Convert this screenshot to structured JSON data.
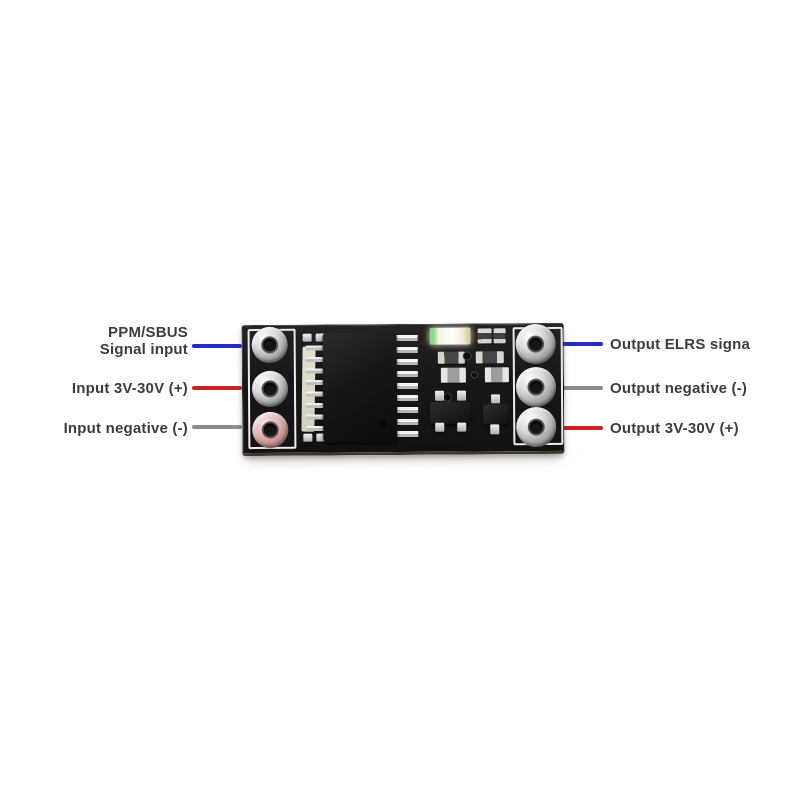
{
  "figure": {
    "description_labels": {
      "left": [
        {
          "line1": "PPM/SBUS",
          "line2": "Signal input",
          "wire": "blue"
        },
        {
          "line1": "Input 3V-30V (+)",
          "line2": "",
          "wire": "red"
        },
        {
          "line1": "Input negative (-)",
          "line2": "",
          "wire": "gray"
        }
      ],
      "right": [
        {
          "line1": "Output ELRS signa",
          "wire": "blue"
        },
        {
          "line1": "Output negative (-)",
          "wire": "gray"
        },
        {
          "line1": "Output 3V-30V (+)",
          "wire": "red"
        }
      ]
    },
    "colors": {
      "background": "#ffffff",
      "label_text": "#3d3d3d",
      "wire_blue": "#2a2ac9",
      "wire_red": "#c92323",
      "wire_gray": "#8c8c8c",
      "board": "#181818",
      "pad_silver": "#c9c9c9",
      "silkscreen": "#e0dbc8",
      "led": "#fdfbe9"
    }
  }
}
